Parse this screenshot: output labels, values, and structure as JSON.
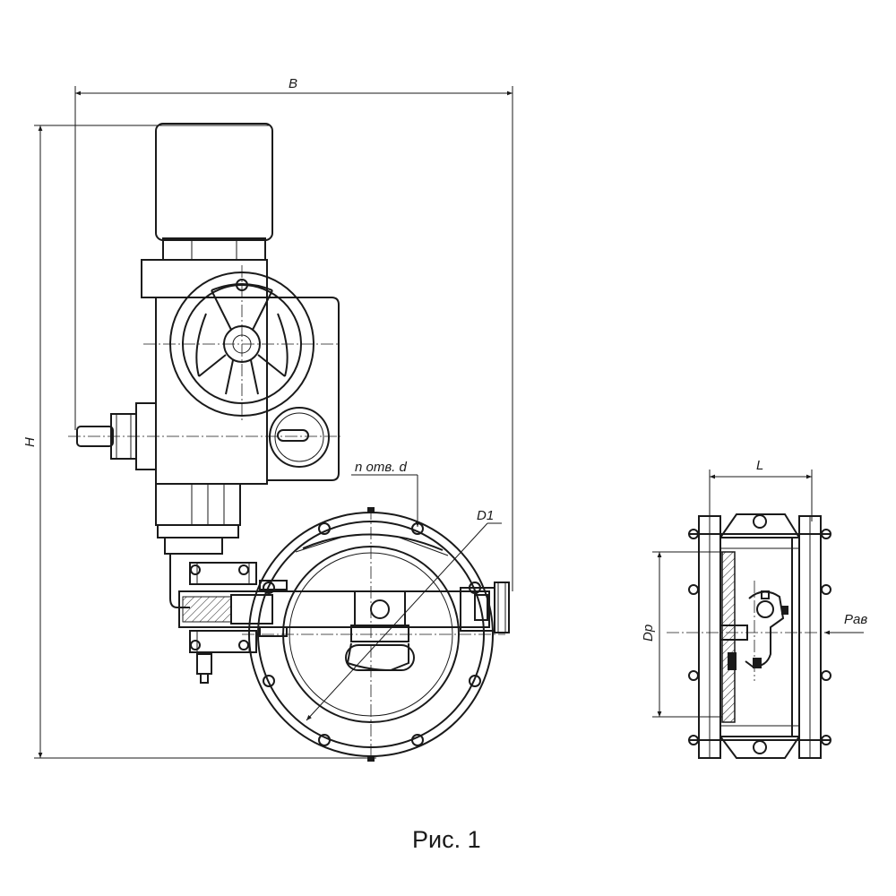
{
  "labels": {
    "B": "B",
    "H": "H",
    "holes": "n отв. d",
    "D1": "D1",
    "L": "L",
    "Dp": "Dp",
    "Pab": "Paв"
  },
  "caption": "Рис. 1",
  "colors": {
    "ink": "#1a1a1a",
    "paper": "#ffffff"
  }
}
